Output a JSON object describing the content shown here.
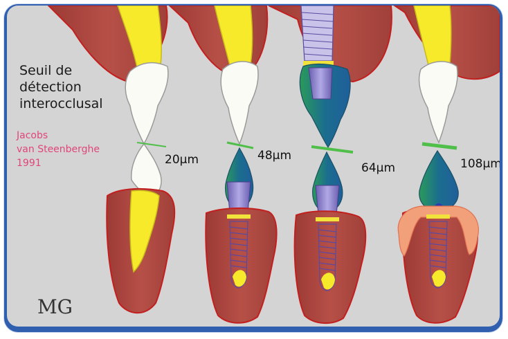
{
  "title_lines": [
    "Seuil de",
    "détection",
    "interocclusal"
  ],
  "citation_lines": [
    "Jacobs",
    "van Steenberghe",
    "1991"
  ],
  "measurements": [
    "20µm",
    "48µm",
    "64µm",
    "108µm"
  ],
  "logo": "MG",
  "colors": {
    "frame": "#2f5fae",
    "background": "#d4d4d4",
    "gum": "#b14a43",
    "gum_outline": "#c21f1f",
    "tooth_crown": "#fbfbf5",
    "tooth_root": "#f6ea2b",
    "implant_crown": "#1f6f8b",
    "implant_abutment": "#8a7fc7",
    "implant_collar": "#f1e33c",
    "occlusal_line": "#4fbf4a",
    "graft": "#f2a07a",
    "citation": "#e0457a"
  }
}
